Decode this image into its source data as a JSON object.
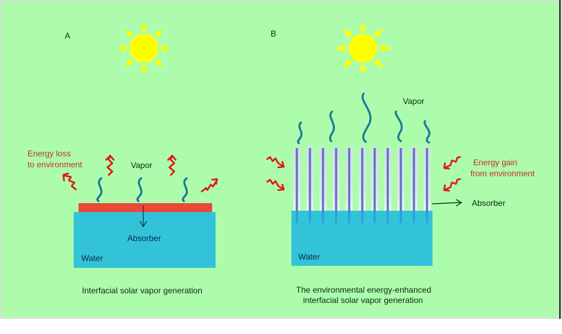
{
  "colors": {
    "background": "#adfcac",
    "border": "#d6e0d4",
    "sun": "#ffff00",
    "water": "#33c3d9",
    "absorber_plate": "#e94a37",
    "vapor_wave": "#1a7a9a",
    "heat_arrow": "#e01a10",
    "fiber": "#5470c0",
    "fiber_halo": "#d6dde8",
    "text_dark": "#0a2a0a",
    "text_red": "#c8301e"
  },
  "panel_a": {
    "label": "A",
    "sun_icon": "sun-icon",
    "vapor_label": "Vapor",
    "energy_label_line1": "Energy loss",
    "energy_label_line2": "to environment",
    "absorber_label": "Absorber",
    "water_label": "Water",
    "caption": "Interfacial solar vapor generation"
  },
  "panel_b": {
    "label": "B",
    "sun_icon": "sun-icon",
    "vapor_label": "Vapor",
    "energy_label_line1": "Energy gain",
    "energy_label_line2": "from environment",
    "absorber_label": "Absorber",
    "water_label": "Water",
    "caption_line1": "The environmental energy-enhanced",
    "caption_line2": "interfacial solar vapor generation",
    "fiber_count": 11
  }
}
